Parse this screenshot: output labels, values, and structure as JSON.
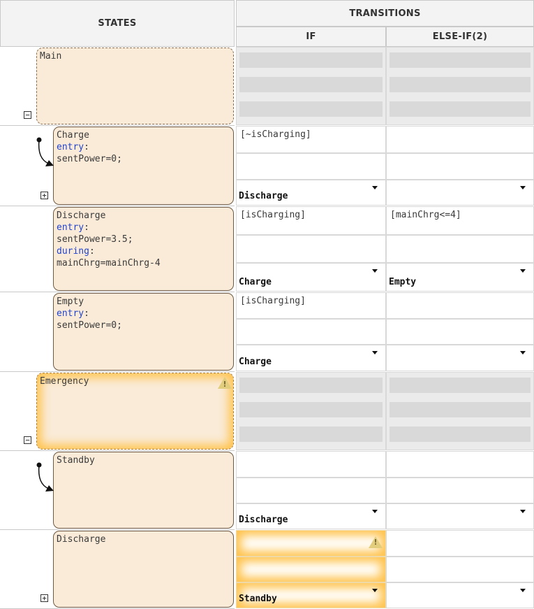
{
  "header": {
    "states": "STATES",
    "transitions": "TRANSITIONS",
    "col_if": "IF",
    "col_elseif": "ELSE-IF(2)"
  },
  "rows": [
    {
      "state": {
        "name": "Main",
        "actions": [],
        "superstate": true,
        "control": "collapse",
        "default_transition": false,
        "warning": false
      },
      "transitions": null
    },
    {
      "state": {
        "name": "Charge",
        "actions": [
          [
            "entry",
            ":"
          ],
          [
            "sentPower=0;"
          ]
        ],
        "control": "expand",
        "default_transition": true
      },
      "transitions": {
        "if": {
          "condition": "[~isCharging]",
          "destination": "Discharge"
        },
        "elseif": {
          "condition": "",
          "destination": ""
        }
      }
    },
    {
      "state": {
        "name": "Discharge",
        "actions": [
          [
            "entry",
            ":"
          ],
          [
            "sentPower=3.5;"
          ],
          [
            "during",
            ":"
          ],
          [
            "mainChrg=mainChrg-4"
          ]
        ]
      },
      "transitions": {
        "if": {
          "condition": "[isCharging]",
          "destination": "Charge"
        },
        "elseif": {
          "condition": "[mainChrg<=4]",
          "destination": "Empty"
        }
      }
    },
    {
      "state": {
        "name": "Empty",
        "actions": [
          [
            "entry",
            ":"
          ],
          [
            "sentPower=0;"
          ]
        ]
      },
      "transitions": {
        "if": {
          "condition": "[isCharging]",
          "destination": "Charge"
        },
        "elseif": {
          "condition": "",
          "destination": ""
        }
      }
    },
    {
      "state": {
        "name": "Emergency",
        "actions": [],
        "superstate": true,
        "control": "collapse",
        "warning": true
      },
      "transitions": null
    },
    {
      "state": {
        "name": "Standby",
        "actions": [],
        "default_transition": true
      },
      "transitions": {
        "if": {
          "condition": "",
          "destination": "Discharge"
        },
        "elseif": {
          "condition": "",
          "destination": ""
        }
      }
    },
    {
      "state": {
        "name": "Discharge",
        "actions": [],
        "control": "expand"
      },
      "transitions": {
        "if": {
          "condition": "",
          "destination": "Standby",
          "warning": true
        },
        "elseif": {
          "condition": "",
          "destination": ""
        }
      }
    }
  ],
  "warning_icon": "warning-icon",
  "colors": {
    "state_fill": "#faebd8",
    "glow": "#ffc34d",
    "keyword": "#2244cc"
  }
}
